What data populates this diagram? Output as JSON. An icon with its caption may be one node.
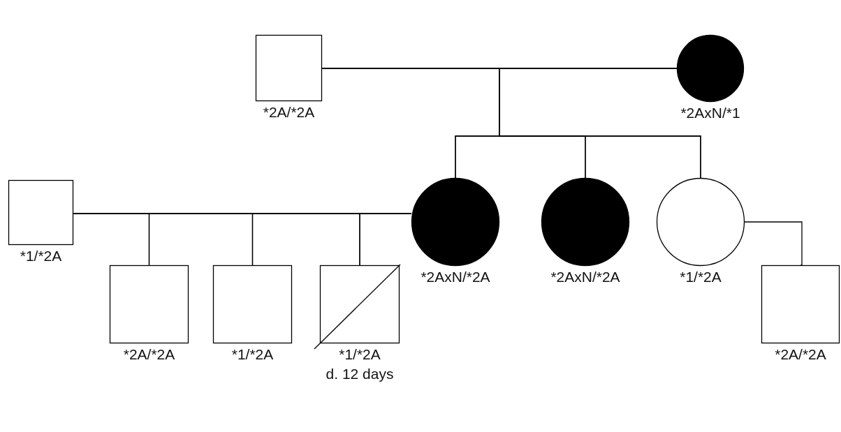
{
  "diagram": {
    "nodes": [
      {
        "text": [],
        "shape": "box",
        "beside": [
          "*2A/*2A"
        ]
      },
      {
        "text": [],
        "shape": "circle",
        "beside": [
          "*2AxN/*1"
        ]
      },
      {
        "text": [],
        "shape": "box",
        "beside": [
          "*1/*2A"
        ]
      },
      {
        "text": [],
        "shape": "circle",
        "beside": [
          "*2AxN/*2A"
        ]
      },
      {
        "text": [],
        "shape": "circle",
        "beside": [
          "*2AxN/*2A"
        ]
      },
      {
        "text": [],
        "shape": "circle",
        "beside": [
          "*1/*2A"
        ]
      },
      {
        "text": [],
        "shape": "box",
        "beside": [
          "*2A/*2A"
        ]
      },
      {
        "text": [],
        "shape": "box",
        "beside": [
          "*1/*2A"
        ]
      },
      {
        "text": [],
        "shape": "box",
        "beside": [
          "*1/*2A",
          "d. 12 days"
        ]
      },
      {
        "text": [],
        "shape": "box",
        "beside": [
          "*2A/*2A"
        ]
      }
    ],
    "edges": [
      {
        "from": 0,
        "to": 1,
        "arrow": "none"
      },
      {
        "from": 0,
        "to": 3,
        "arrow": "none"
      },
      {
        "from": 1,
        "to": 3,
        "arrow": "none"
      },
      {
        "from": 0,
        "to": 4,
        "arrow": "none"
      },
      {
        "from": 1,
        "to": 4,
        "arrow": "none"
      },
      {
        "from": 0,
        "to": 5,
        "arrow": "none"
      },
      {
        "from": 1,
        "to": 5,
        "arrow": "none"
      },
      {
        "from": 2,
        "to": 3,
        "arrow": "none"
      },
      {
        "from": 2,
        "to": 6,
        "arrow": "none"
      },
      {
        "from": 3,
        "to": 6,
        "arrow": "none"
      },
      {
        "from": 2,
        "to": 7,
        "arrow": "none"
      },
      {
        "from": 3,
        "to": 7,
        "arrow": "none"
      },
      {
        "from": 2,
        "to": 8,
        "arrow": "none"
      },
      {
        "from": 3,
        "to": 8,
        "arrow": "none"
      },
      {
        "from": 5,
        "to": 9,
        "arrow": "none"
      }
    ]
  }
}
